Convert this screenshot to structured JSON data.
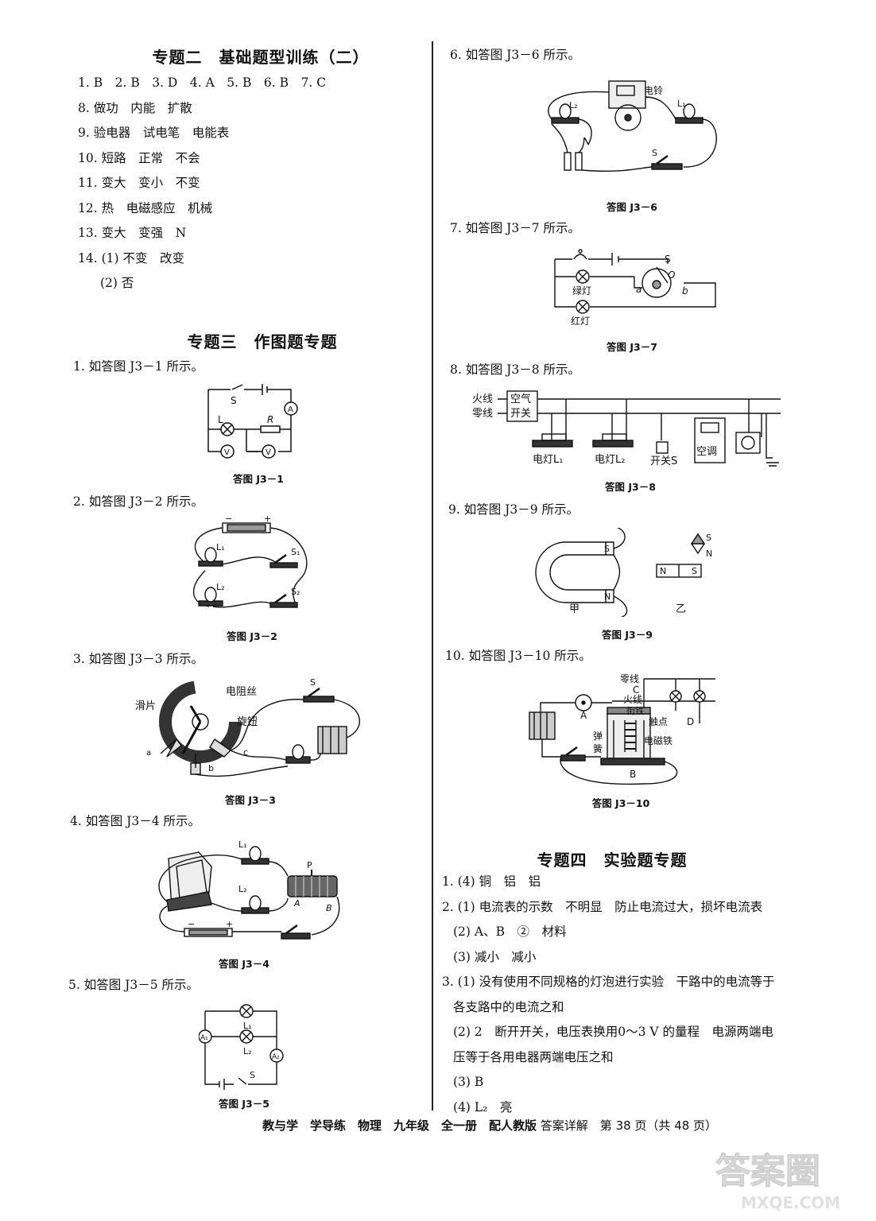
{
  "left": {
    "section2_title": "专题二　基础题型训练（二）",
    "section2": [
      "1. B　2. B　3. D　4. A　5. B　6. B　7. C",
      "8. 做功　内能　扩散",
      "9. 验电器　试电笔　电能表",
      "10. 短路　正常　不会",
      "11. 变大　变小　不变",
      "12. 热　电磁感应　机械",
      "13. 变大　变强　N",
      "14. (1) 不变　改变",
      "(2) 否"
    ],
    "section3_title": "专题三　作图题专题",
    "q1": "1. 如答图 J3－1 所示。",
    "cap1": "答图 J3－1",
    "q2": "2. 如答图 J3－2 所示。",
    "cap2": "答图 J3－2",
    "q3": "3. 如答图 J3－3 所示。",
    "cap3": "答图 J3－3",
    "q4": "4. 如答图 J3－4 所示。",
    "cap4": "答图 J3－4",
    "q5": "5. 如答图 J3－5 所示。",
    "cap5": "答图 J3－5",
    "fig1": {
      "s": "S",
      "l": "L",
      "r": "R",
      "a": "A",
      "v1": "V",
      "v2": "V"
    },
    "fig2": {
      "l1": "L₁",
      "s1": "S₁",
      "l2": "L₂",
      "s2": "S₂"
    },
    "fig3": {
      "slider": "滑片",
      "wire": "电阻丝",
      "knob": "旋钮",
      "a": "a",
      "b": "b",
      "c": "c",
      "s": "S"
    },
    "fig4": {
      "l1": "L₁",
      "l2": "L₂",
      "p": "P",
      "a": "A",
      "b": "B"
    },
    "fig5": {
      "a1": "A₁",
      "l1": "L₁",
      "l2": "L₂",
      "a2": "A₂",
      "s": "S"
    }
  },
  "right": {
    "q6": "6. 如答图 J3－6 所示。",
    "cap6": "答图 J3－6",
    "q7": "7. 如答图 J3－7 所示。",
    "cap7": "答图 J3－7",
    "q8": "8. 如答图 J3－8 所示。",
    "cap8": "答图 J3－8",
    "q9": "9. 如答图 J3－9 所示。",
    "cap9": "答图 J3－9",
    "q10": "10. 如答图 J3－10 所示。",
    "cap10": "答图 J3－10",
    "fig6": {
      "bell": "电铃",
      "l2": "L₂",
      "l1": "L₁",
      "s": "S"
    },
    "fig7": {
      "s": "S",
      "o": "O",
      "green": "绿灯",
      "red": "红灯",
      "a": "a",
      "b": "b"
    },
    "fig8": {
      "live": "火线",
      "neutral": "零线",
      "breaker1": "空气",
      "breaker2": "开关",
      "lamp1": "电灯L₁",
      "lamp2": "电灯L₂",
      "switch": "开关S",
      "ac": "空调"
    },
    "fig9": {
      "s1": "S",
      "n1": "N",
      "jia": "甲",
      "n2": "N",
      "s2": "S",
      "yi": "乙",
      "cs": "S",
      "cn": "N"
    },
    "fig10": {
      "neutral": "零线",
      "c": "C",
      "live": "火线",
      "armature": "衔铁",
      "contact": "触点",
      "spring1": "弹",
      "spring2": "簧",
      "magnet": "电磁铁",
      "a": "A",
      "b": "B",
      "d": "D"
    },
    "section4_title": "专题四　实验题专题",
    "section4": [
      "1. (4) 铜　铝　铝",
      "2. (1) 电流表的示数　不明显　防止电流过大，损坏电流表",
      "(2) A、B　②　材料",
      "(3) 减小　减小",
      "3. (1) 没有使用不同规格的灯泡进行实验　干路中的电流等于",
      "各支路中的电流之和",
      "(2) 2　断开开关，电压表换用0～3 V 的量程　电源两端电",
      "压等于各用电器两端电压之和",
      "(3) B",
      "(4) L₂　亮"
    ]
  },
  "footer": {
    "bold": "教与学　学导练　物理　九年级　全一册　配人教版",
    "rest": "答案详解　第 38 页（共 48 页）"
  },
  "watermark": {
    "text1": "答案圈",
    "text2": "MXQE.COM"
  }
}
